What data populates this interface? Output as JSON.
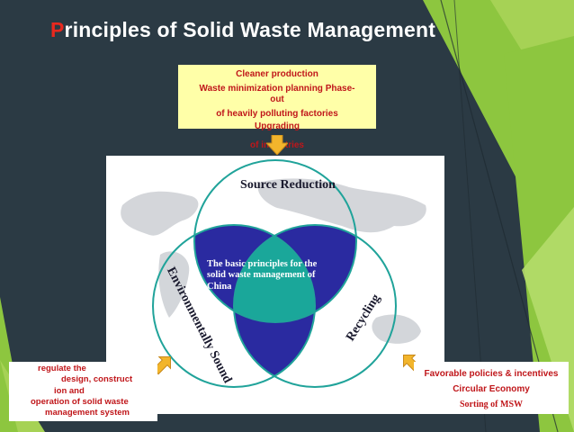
{
  "slide": {
    "title_first_letter": "P",
    "title_rest": "rinciples of Solid Waste Management"
  },
  "top_box": {
    "line1": "Cleaner production",
    "line2": "Waste minimization planning Phase-",
    "line3": "out",
    "line4": "of heavily polluting factories",
    "line5": "Upgrading",
    "line6": "of industries"
  },
  "left_box": {
    "line1": "regulate the",
    "line2": "design, construct",
    "line3": "ion and",
    "line4": "operation of solid waste",
    "line5": "management system"
  },
  "right_box": {
    "line1": "Favorable policies & incentives",
    "line2": "Circular Economy",
    "line3": "Sorting of MSW"
  },
  "diagram": {
    "circle_top": "Source Reduction",
    "circle_left": "Environmentally Sound",
    "circle_right": "Recycling",
    "center_line1": "The basic principles for the",
    "center_line2": "solid waste management of",
    "center_line3": "China"
  },
  "colors": {
    "background": "#2b3a44",
    "accent_green": "#8dc63f",
    "title_accent": "#e8281e",
    "box_text": "#c0161a",
    "box_fill": "#ffffa8",
    "lens_blue": "#2a2aa0",
    "center_teal": "#1aa79a",
    "circle_stroke": "#20a39a",
    "arrow": "#f2b52c"
  }
}
